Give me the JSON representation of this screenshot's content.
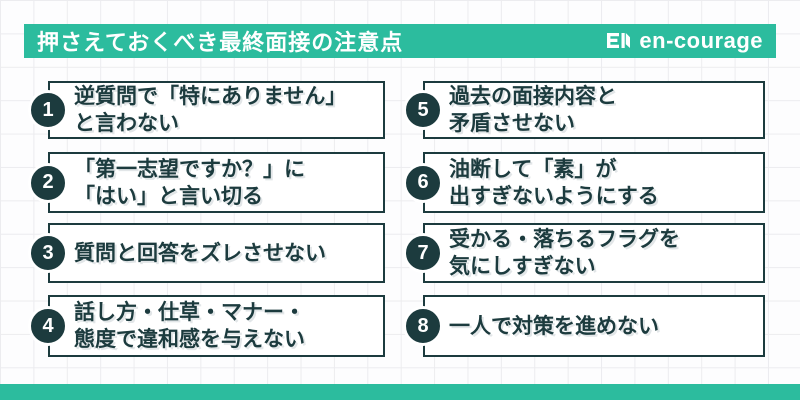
{
  "header": {
    "title": "押さえておくべき最終面接の注意点",
    "brand_name": "en-courage",
    "brand_icon": "open-book-icon"
  },
  "colors": {
    "accent": "#2CBC9E",
    "dark": "#1C3B3E",
    "box_background": "#FFFFFF",
    "grid_line": "#ECECEF"
  },
  "items": [
    {
      "num": "1",
      "line1": "逆質問で「特にありません」",
      "line2": "と言わない"
    },
    {
      "num": "2",
      "line1": "「第一志望ですか？」に",
      "line2": "「はい」と言い切る"
    },
    {
      "num": "3",
      "line1": "質問と回答をズレさせない",
      "line2": ""
    },
    {
      "num": "4",
      "line1": "話し方・仕草・マナー・",
      "line2": "態度で違和感を与えない"
    },
    {
      "num": "5",
      "line1": "過去の面接内容と",
      "line2": "矛盾させない"
    },
    {
      "num": "6",
      "line1": "油断して「素」が",
      "line2": "出すぎないようにする"
    },
    {
      "num": "7",
      "line1": "受かる・落ちるフラグを",
      "line2": "気にしすぎない"
    },
    {
      "num": "8",
      "line1": "一人で対策を進めない",
      "line2": ""
    }
  ]
}
